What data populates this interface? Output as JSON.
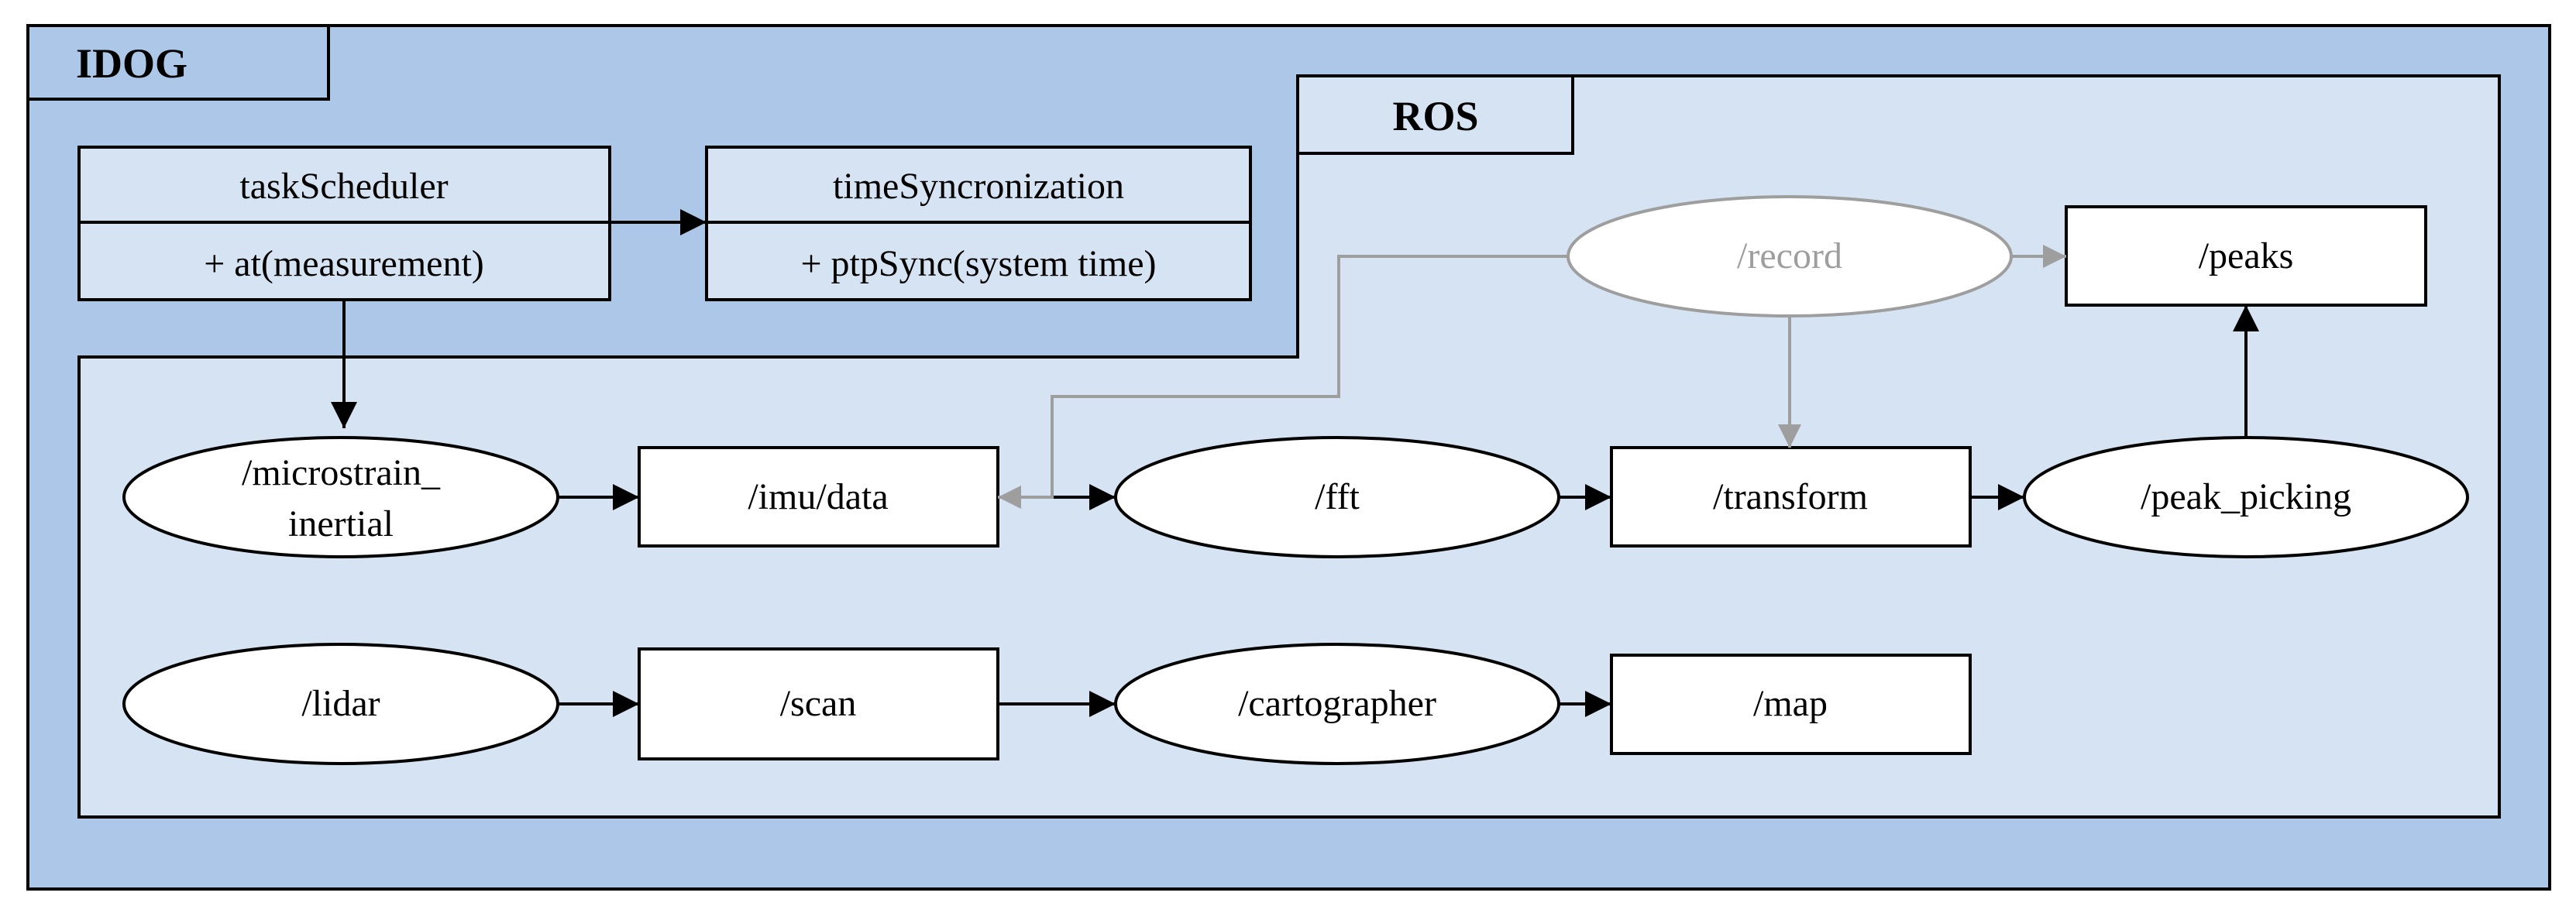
{
  "outer_package": {
    "title": "IDOG"
  },
  "inner_package": {
    "title": "ROS"
  },
  "classes": {
    "task_scheduler": {
      "name": "taskScheduler",
      "method": "+ at(measurement)"
    },
    "time_sync": {
      "name": "timeSyncronization",
      "method": "+ ptpSync(system time)"
    }
  },
  "nodes": {
    "microstrain": {
      "line1": "/microstrain_",
      "line2": "inertial"
    },
    "imu_data": "/imu/data",
    "fft": "/fft",
    "transform": "/transform",
    "peak_picking": "/peak_picking",
    "peaks": "/peaks",
    "record": "/record",
    "lidar": "/lidar",
    "scan": "/scan",
    "cartographer": "/cartographer",
    "map": "/map"
  },
  "colors": {
    "outer_fill": "#adc7e8",
    "inner_fill": "#d5e3f3",
    "box_fill": "#ffffff",
    "stroke": "#000000",
    "gray": "#9e9e9e"
  }
}
